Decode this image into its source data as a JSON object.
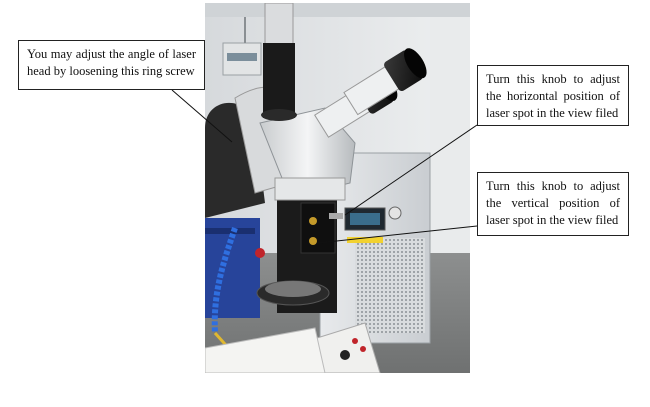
{
  "callouts": {
    "ring_screw": "You may adjust the angle of laser head by loosening this ring screw",
    "horizontal_knob": "Turn this knob to adjust the horizontal position of laser spot in the view filed",
    "vertical_knob": "Turn this knob to adjust the vertical position of laser spot in the view filed"
  },
  "colors": {
    "background": "#ffffff",
    "callout_border": "#222222",
    "leader_line": "#111111"
  }
}
